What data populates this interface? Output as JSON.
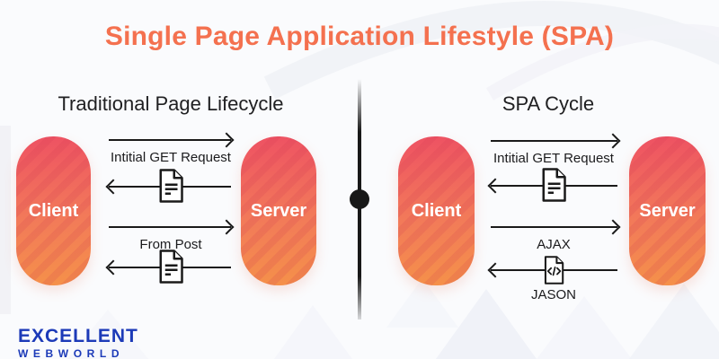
{
  "header": {
    "title": "Single Page Application Lifestyle (SPA)"
  },
  "left_panel": {
    "heading": "Traditional Page Lifecycle",
    "client_label": "Client",
    "server_label": "Server",
    "flow1_label": "Intitial GET Request",
    "flow2_label": "From Post"
  },
  "right_panel": {
    "heading": "SPA Cycle",
    "client_label": "Client",
    "server_label": "Server",
    "flow1_label": "Intitial GET Request",
    "flow2_label": "AJAX",
    "flow3_label": "JASON"
  },
  "logo": {
    "line1": "EXCELLENT",
    "line2": "WEBWORLD"
  },
  "icons": {
    "document": "document-icon",
    "code_file": "code-file-icon",
    "arrow_right": "arrow-right-icon",
    "arrow_left": "arrow-left-icon"
  },
  "colors": {
    "title_orange": "#f4714f",
    "node_gradient_top": "#ee5163",
    "node_gradient_bottom": "#f59149",
    "logo_blue": "#1c3ab8",
    "line_black": "#1a1a1a"
  }
}
